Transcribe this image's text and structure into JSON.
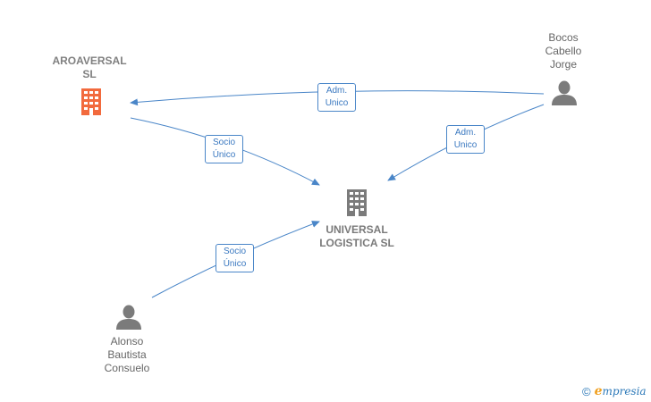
{
  "nodes": {
    "aroaversal": {
      "label_line1": "AROAVERSAL",
      "label_line2": "SL",
      "icon": "building-icon",
      "color": "#f26a3d"
    },
    "universal": {
      "label_line1": "UNIVERSAL",
      "label_line2": "LOGISTICA SL",
      "icon": "building-icon",
      "color": "#7b7b7b"
    },
    "bocos": {
      "label_line1": "Bocos",
      "label_line2": "Cabello",
      "label_line3": "Jorge",
      "icon": "person-icon",
      "color": "#7b7b7b"
    },
    "alonso": {
      "label_line1": "Alonso",
      "label_line2": "Bautista",
      "label_line3": "Consuelo",
      "icon": "person-icon",
      "color": "#7b7b7b"
    }
  },
  "edges": {
    "bocos_aroaversal": {
      "line1": "Adm.",
      "line2": "Unico"
    },
    "bocos_universal": {
      "line1": "Adm.",
      "line2": "Unico"
    },
    "aroaversal_universal": {
      "line1": "Socio",
      "line2": "Único"
    },
    "alonso_universal": {
      "line1": "Socio",
      "line2": "Único"
    }
  },
  "footer": {
    "copyright": "©",
    "brand_first": "e",
    "brand_rest": "mpresia"
  },
  "colors": {
    "edge": "#4a86c8",
    "label_text": "#3a78c0"
  }
}
